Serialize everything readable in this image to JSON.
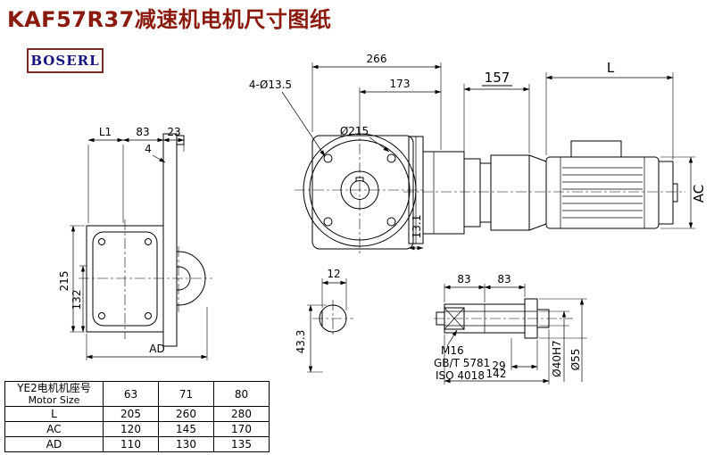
{
  "page": {
    "title": "KAF57R37减速机电机尺寸图纸",
    "logo": "BOSERL"
  },
  "colors": {
    "title_red": "#8b1a0e",
    "logo_text_blue": "#15157e",
    "logo_border_maroon": "#7b2a2a",
    "drawing_line": "#000000"
  },
  "labels": {
    "dim_266": "266",
    "dim_173": "173",
    "holes": "4-Ø13.5",
    "flange_dia": "Ø215",
    "dim_157": "157",
    "dim_L": "L",
    "dim_AC": "AC",
    "dim_13_1": "13.1",
    "dim_L1": "L1",
    "dim_83_top": "83",
    "dim_23": "23",
    "dim_4": "4",
    "dim_215": "215",
    "dim_132": "132",
    "dim_AD": "AD",
    "dim_12": "12",
    "dim_43_3": "43.3",
    "dim_83_shaft_a": "83",
    "dim_83_shaft_b": "83",
    "thread": "M16",
    "std_gb": "GB/T 5781",
    "std_iso": "ISO 4018",
    "dim_29": "29",
    "dim_142": "142",
    "bore_dia": "Ø40H7",
    "outer_dia": "Ø55"
  },
  "table": {
    "header_label_cn": "YE2电机机座号",
    "header_label_en": "Motor Size",
    "frame_sizes": [
      "63",
      "71",
      "80"
    ],
    "rows": [
      {
        "label": "L",
        "values": [
          "205",
          "260",
          "280"
        ]
      },
      {
        "label": "AC",
        "values": [
          "120",
          "145",
          "170"
        ]
      },
      {
        "label": "AD",
        "values": [
          "110",
          "130",
          "135"
        ]
      }
    ]
  }
}
